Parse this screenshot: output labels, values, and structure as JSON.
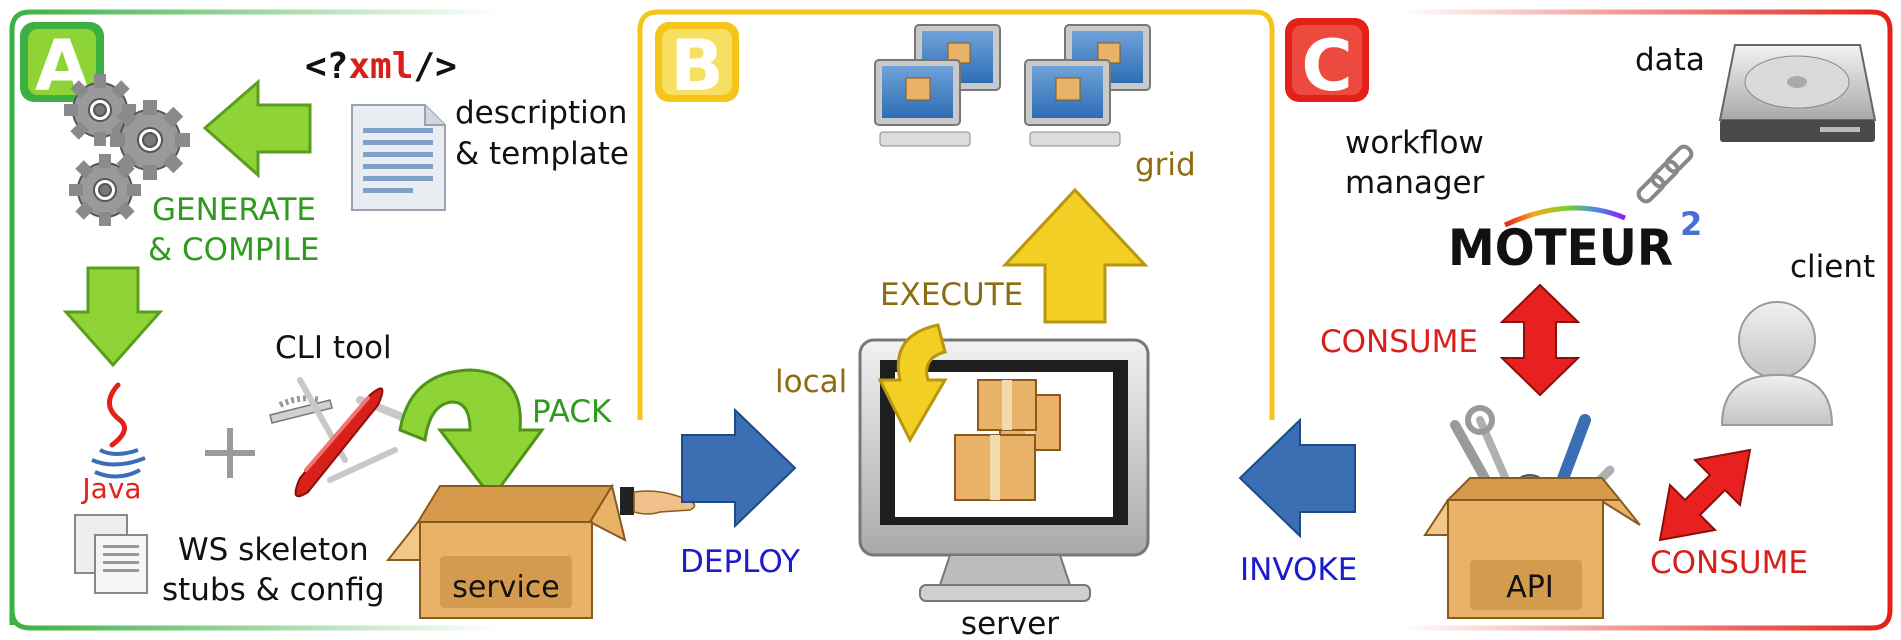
{
  "colors": {
    "panel_a": "#3cb043",
    "panel_b": "#f5c518",
    "panel_c": "#e32119",
    "green_arrow": "#8ed437",
    "yellow_arrow": "#f2cf24",
    "blue_arrow": "#3c6eb4",
    "red_arrow": "#e8201f",
    "label_green": "#2f9a1e",
    "label_olive": "#8c6d12",
    "label_blue": "#1c1ccc",
    "label_red": "#d8201a",
    "box": "#e8b268"
  },
  "panels": {
    "a": {
      "letter": "A"
    },
    "b": {
      "letter": "B"
    },
    "c": {
      "letter": "C"
    }
  },
  "xml": {
    "prefix": "<?",
    "tag": "xml",
    "suffix": "/>"
  },
  "labels": {
    "description": "description",
    "template": "& template",
    "generate": "GENERATE",
    "compile": "& COMPILE",
    "cli_tool": "CLI tool",
    "pack": "PACK",
    "java": "Java",
    "ws_skeleton": "WS skeleton",
    "stubs_config": "stubs & config",
    "service": "service",
    "deploy": "DEPLOY",
    "grid": "grid",
    "execute": "EXECUTE",
    "local": "local",
    "server": "server",
    "invoke": "INVOKE",
    "data": "data",
    "workflow": "workflow",
    "manager": "manager",
    "moteur": "MOTEUR",
    "moteur_sup": "2",
    "client": "client",
    "consume_top": "CONSUME",
    "consume_bottom": "CONSUME",
    "api": "API"
  },
  "icons": {
    "gears": "gears-icon",
    "document": "document-icon",
    "java": "java-logo-icon",
    "knife": "swiss-knife-icon",
    "files": "files-icon",
    "hand": "hand-icon",
    "computers": "computer-icon",
    "monitor": "monitor-icon",
    "disk": "hard-disk-icon",
    "chain": "chain-icon",
    "user": "user-icon",
    "tools": "tools-icon"
  }
}
